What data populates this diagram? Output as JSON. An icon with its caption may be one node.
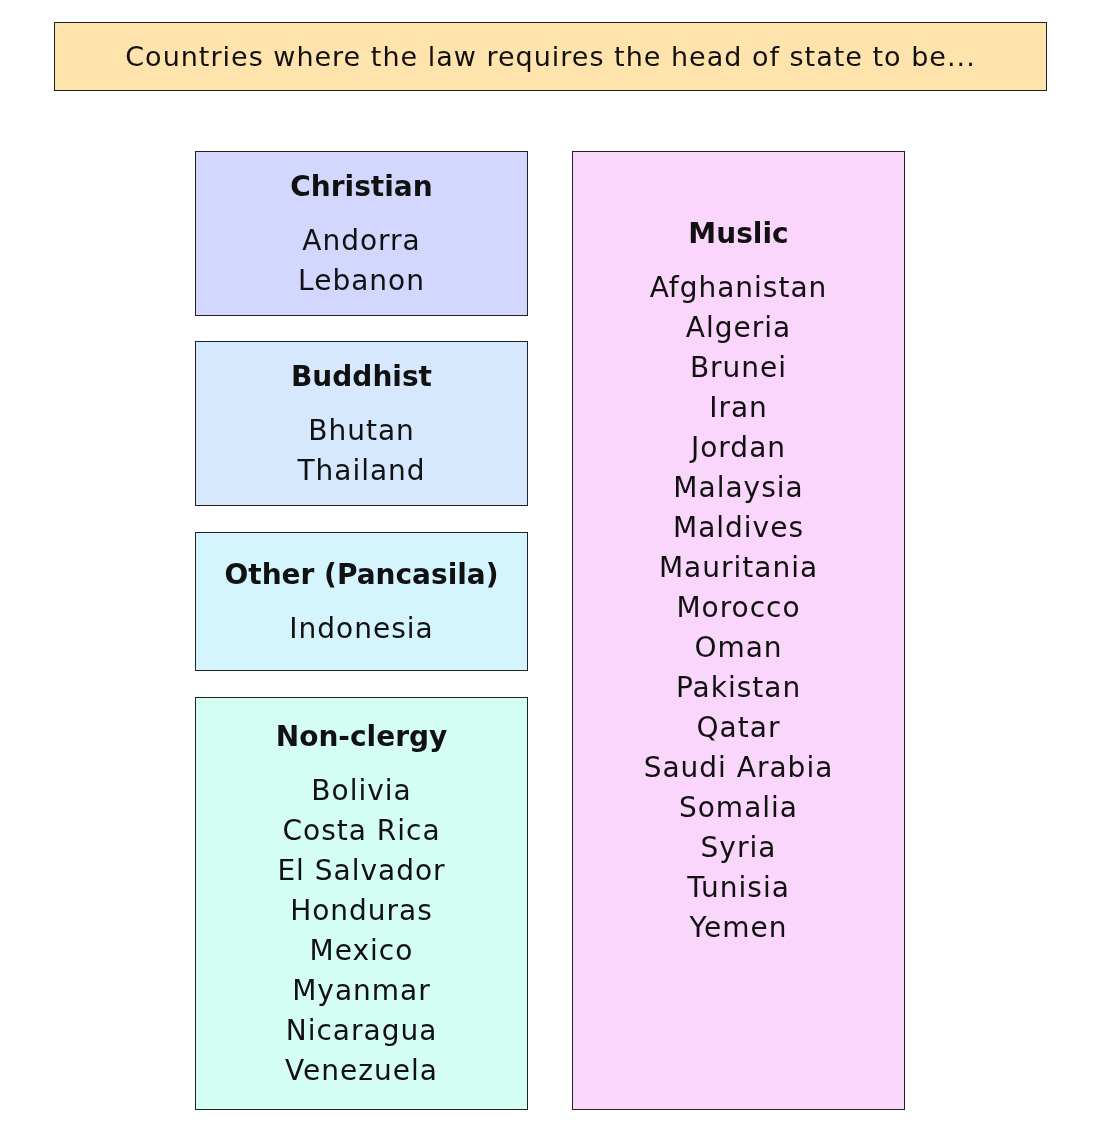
{
  "diagram": {
    "title": "Countries where the law requires the head of state to be...",
    "nodes": [
      {
        "text": [
          "Christian",
          "Andorra",
          "Lebanon"
        ]
      },
      {
        "text": [
          "Muslic",
          "Afghanistan",
          "Algeria",
          "Brunei",
          "Iran",
          "Jordan",
          "Malaysia",
          "Maldives",
          "Mauritania",
          "Morocco",
          "Oman",
          "Pakistan",
          "Qatar",
          "Saudi Arabia",
          "Somalia",
          "Syria",
          "Tunisia",
          "Yemen"
        ]
      },
      {
        "text": [
          "Buddhist",
          "Bhutan",
          "Thailand"
        ]
      },
      {
        "text": [
          "Other (Pancasila)",
          "Indonesia"
        ]
      },
      {
        "text": [
          "Non-clergy",
          "Bolivia",
          "Costa Rica",
          "El Salvador",
          "Honduras",
          "Mexico",
          "Myanmar",
          "Nicaragua",
          "Venezuela"
        ]
      }
    ]
  }
}
